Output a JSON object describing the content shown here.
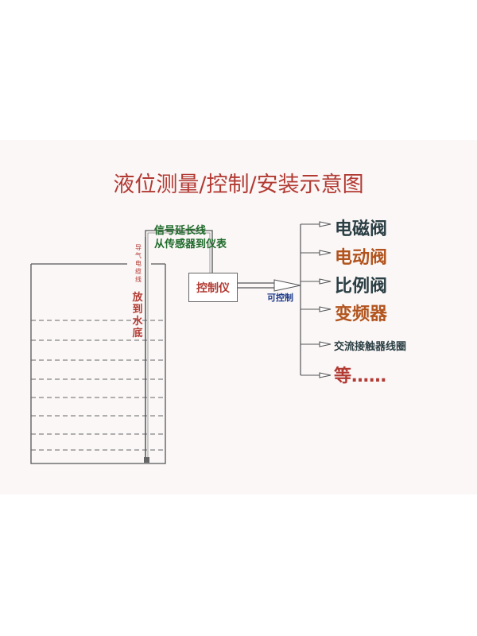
{
  "title": "液位测量/控制/安装示意图",
  "cable": {
    "line1": "信号延长线",
    "line2": "从传感器到仪表"
  },
  "sensor": {
    "vertical_label": "导气电缆线",
    "placement": "放到水底"
  },
  "controller": {
    "label": "控制仪"
  },
  "control_label": "可控制",
  "outputs": [
    "电磁阀",
    "电动阀",
    "比例阀",
    "变频器",
    "交流接触器线圈",
    "等……"
  ],
  "colors": {
    "title": "#b23a33",
    "cable_text": "#1f6b2a",
    "control_text": "#1d3a8a",
    "dark": "#2b3f44",
    "orange": "#b2541d"
  }
}
